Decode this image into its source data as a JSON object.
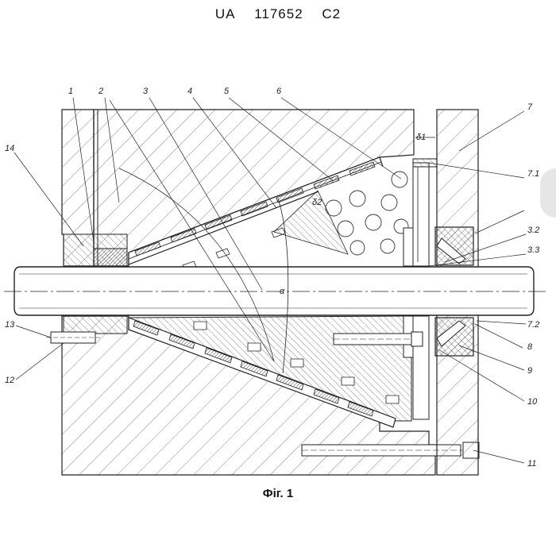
{
  "header": {
    "office": "UA",
    "number": "117652",
    "kind": "C2"
  },
  "figure": {
    "caption": "Фіг. 1"
  },
  "labels": {
    "l1": "1",
    "l2": "2",
    "l3": "3",
    "l4": "4",
    "l5": "5",
    "l6": "6",
    "l7": "7",
    "l7_1": "7.1",
    "l3_2": "3.2",
    "l3_3": "3.3",
    "l7_2": "7.2",
    "l8": "8",
    "l9": "9",
    "l10": "10",
    "l11": "11",
    "l12": "12",
    "l13": "13",
    "l14": "14",
    "delta1": "δ1",
    "delta2": "δ2",
    "alpha": "α"
  }
}
